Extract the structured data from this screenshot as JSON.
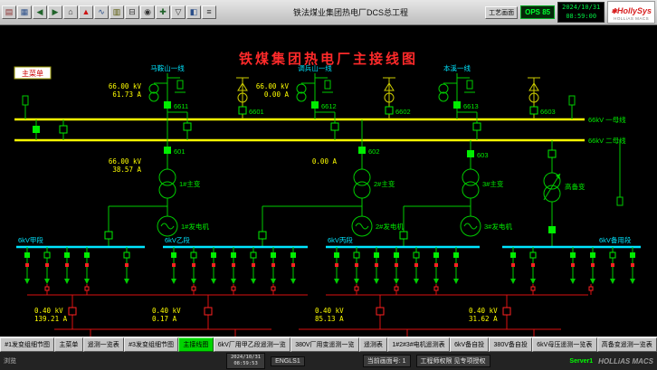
{
  "titlebar": {
    "title": "铁法煤业集团热电厂DCS总工程",
    "view_label": "工艺画面",
    "ops_badge": "OPS 85",
    "date": "2024/10/31",
    "time": "08:59:00",
    "brand": "HollySys",
    "brand_icon": "✱",
    "brand_sub": "HOLLiAS MACS",
    "icons": [
      {
        "name": "system-menu-icon",
        "glyph": "▤",
        "color": "#8a2b2b"
      },
      {
        "name": "overview-icon",
        "glyph": "▦",
        "color": "#2b4f8a"
      },
      {
        "name": "back-icon",
        "glyph": "◀",
        "color": "#20632a"
      },
      {
        "name": "forward-icon",
        "glyph": "▶",
        "color": "#20632a"
      },
      {
        "name": "home-icon",
        "glyph": "⌂",
        "color": "#333333"
      },
      {
        "name": "alarm-icon",
        "glyph": "▲",
        "color": "#cc1111"
      },
      {
        "name": "trend-icon",
        "glyph": "∿",
        "color": "#2b4f8a"
      },
      {
        "name": "report-icon",
        "glyph": "▥",
        "color": "#555500"
      },
      {
        "name": "print-icon",
        "glyph": "⊟",
        "color": "#333333"
      },
      {
        "name": "search-icon",
        "glyph": "◉",
        "color": "#333333"
      },
      {
        "name": "add-icon",
        "glyph": "✚",
        "color": "#20632a"
      },
      {
        "name": "down-icon",
        "glyph": "▽",
        "color": "#333333"
      },
      {
        "name": "split-icon",
        "glyph": "◧",
        "color": "#2b4f8a"
      },
      {
        "name": "list-icon",
        "glyph": "≡",
        "color": "#333333"
      }
    ]
  },
  "schematic": {
    "title": "铁煤集团热电厂主接线图",
    "menu_box": "主菜单",
    "lines": {
      "line1": "马鞍山一线",
      "line2": "调兵山一线",
      "line3": "本溪一线"
    },
    "buses": {
      "bus1": "66kV 一母线",
      "bus2": "66kV 二母线",
      "bus6a": "6kV甲段",
      "bus6b": "6kV乙段",
      "bus6c": "6kV丙段",
      "bus6d": "6kV备用段"
    },
    "breakers": {
      "b6611": "6611",
      "b6612": "6612",
      "b6613": "6613",
      "b6601": "6601",
      "b6602": "6602",
      "b6603": "6603",
      "b601": "601",
      "b602": "602",
      "b603": "603"
    },
    "equipment": {
      "t1": "1#主变",
      "t2": "2#主变",
      "t3": "3#主变",
      "standby": "高备变",
      "g1": "1#发电机",
      "g2": "2#发电机",
      "g3": "3#发电机"
    },
    "measurements": {
      "line1_kv": "66.00 kV",
      "line1_a": "61.73 A",
      "line2_kv": "66.00 kV",
      "line2_a": "0.00 A",
      "t1_kv": "66.00 kV",
      "t1_a": "38.57 A",
      "t2_a": "0.00 A",
      "lv1_kv": "0.40 kV",
      "lv1_a": "139.21 A",
      "lv2_kv": "0.40 kV",
      "lv2_a": "0.17 A",
      "lv3_kv": "0.40 kV",
      "lv3_a": "85.13 A",
      "lv4_kv": "0.40 kV",
      "lv4_a": "31.62 A"
    },
    "colors": {
      "bus_66kv": "#ffff00",
      "bus_6kv": "#00e5ff",
      "device": "#00cc00",
      "alarm": "#dd1111",
      "measurement": "#ffff00",
      "title": "#ff2a2a"
    }
  },
  "nav_buttons": [
    {
      "label": "#1发变组细节图",
      "active": false
    },
    {
      "label": "主菜单",
      "active": false
    },
    {
      "label": "遥测一览表",
      "active": false
    },
    {
      "label": "#3发变组细节图",
      "active": false
    },
    {
      "label": "主接线图",
      "active": true
    },
    {
      "label": "6kV厂用甲乙段遥测一览",
      "active": false
    },
    {
      "label": "380V厂用变遥测一览",
      "active": false
    },
    {
      "label": "遥测表",
      "active": false
    },
    {
      "label": "1#2#3#电机遥测表",
      "active": false
    },
    {
      "label": "6kV备自投",
      "active": false
    },
    {
      "label": "380V备自投",
      "active": false
    },
    {
      "label": "6kV母压遥测一览表",
      "active": false
    },
    {
      "label": "高备变遥测一览表",
      "active": false
    }
  ],
  "statusbar": {
    "mode": "浏览",
    "date": "2024/10/31",
    "time": "08:59:53",
    "lang": "ENGLS1",
    "screen_no": "当前画面号: 1",
    "permission": "工程师权限 见专项授权",
    "server": "Server1",
    "brand": "HOLLiAS MACS"
  }
}
